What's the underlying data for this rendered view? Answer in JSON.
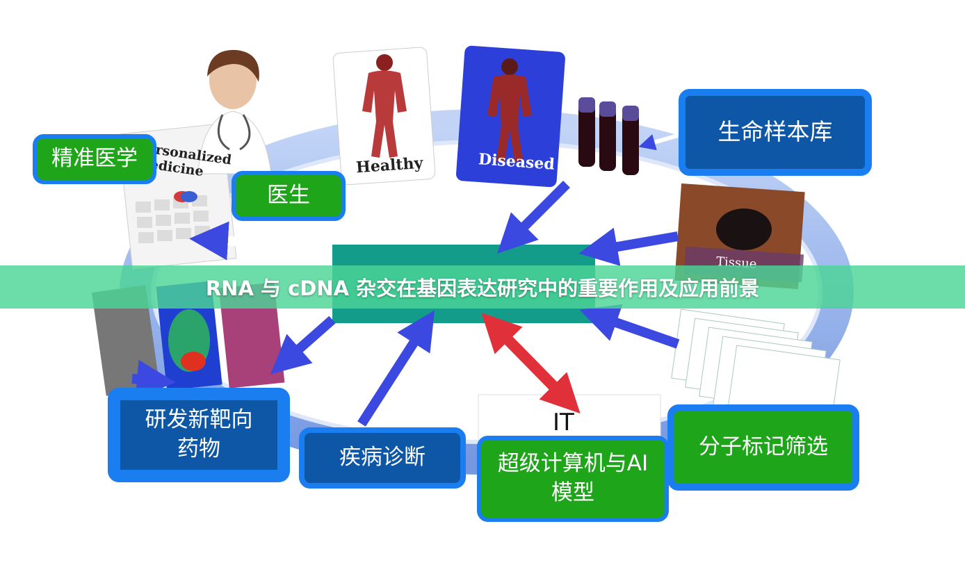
{
  "labels": {
    "precision_medicine": "精准医学",
    "doctor": "医生",
    "biobank": "生命样本库",
    "new_target_drugs": "研发新靶向药物",
    "disease_diagnosis": "疾病诊断",
    "supercomputer_ai": "超级计算机与AI模型",
    "biomarker_screening": "分子标记筛选"
  },
  "panels": {
    "healthy": "Healthy",
    "diseased": "Diseased",
    "tissue": "Tissue",
    "it": "IT",
    "personalized_medicine": "Personalized Medicine"
  },
  "banner": {
    "title": "RNA 与 cDNA 杂交在基因表达研究中的重要作用及应用前景"
  },
  "colors": {
    "label_green": "#1fa51a",
    "label_blue": "#0d57a6",
    "label_border": "#1a7df0",
    "cycle_ring": "#6a8fe0",
    "arrow_blue": "#3b49e0",
    "arrow_red": "#e0303a",
    "center_teal": "#149c8a",
    "banner": "#4cd496"
  }
}
